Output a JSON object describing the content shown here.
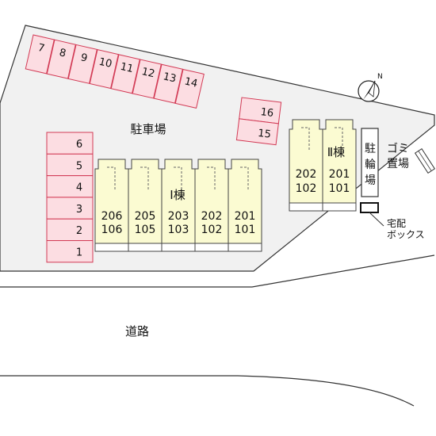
{
  "labels": {
    "parking": "駐車場",
    "building_1": "Ⅰ棟",
    "building_2": "Ⅱ棟",
    "bike_1": "駐",
    "bike_2": "輪",
    "bike_3": "場",
    "garbage_1": "ゴミ",
    "garbage_2": "置場",
    "delivery_1": "宅配",
    "delivery_2": "ボックス",
    "road": "道路",
    "compass_n": "N"
  },
  "parking": {
    "top_row": [
      "7",
      "8",
      "9",
      "10",
      "11",
      "12",
      "13",
      "14"
    ],
    "middle_stack": [
      "16",
      "15"
    ],
    "left_column": [
      "6",
      "5",
      "4",
      "3",
      "2",
      "1"
    ]
  },
  "building_1_units": [
    {
      "upper": "206",
      "lower": "106"
    },
    {
      "upper": "205",
      "lower": "105"
    },
    {
      "upper": "203",
      "lower": "103"
    },
    {
      "upper": "202",
      "lower": "102"
    },
    {
      "upper": "201",
      "lower": "101"
    }
  ],
  "building_2_units": [
    {
      "upper": "202",
      "lower": "102"
    },
    {
      "upper": "201",
      "lower": "101"
    }
  ],
  "colors": {
    "lot_fill": "#f1f1f1",
    "lot_stroke": "#333333",
    "parking_fill": "#fcdde2",
    "parking_stroke": "#d23a55",
    "building_fill": "#fbfbd2",
    "building_stroke": "#444444"
  }
}
